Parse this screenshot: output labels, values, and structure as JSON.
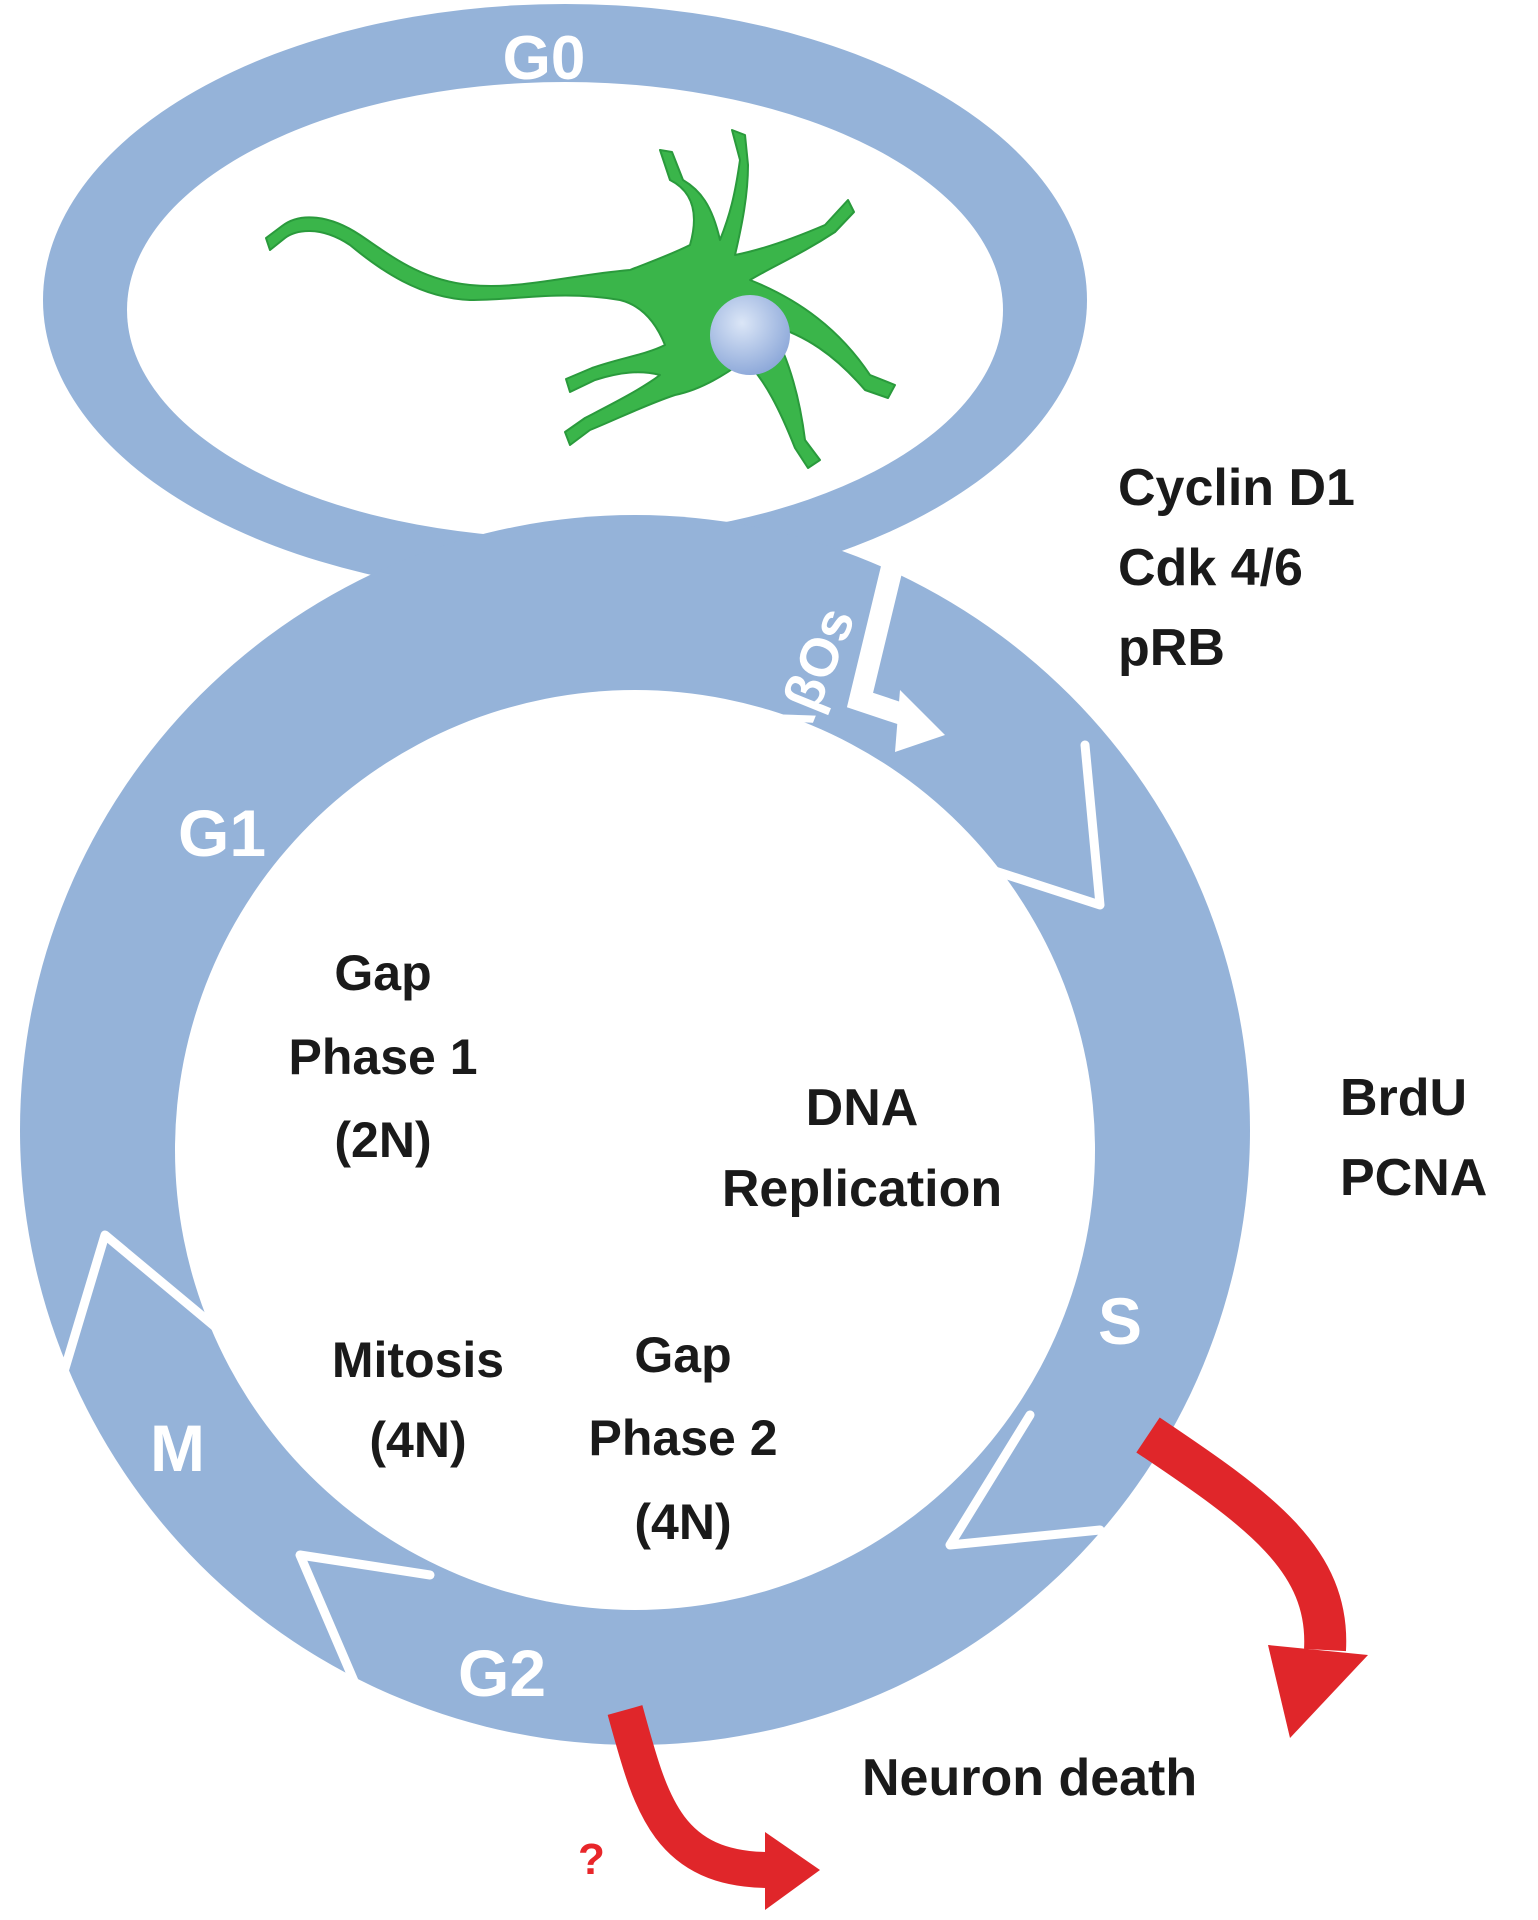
{
  "colors": {
    "ring": "#95b3d9",
    "white": "#ffffff",
    "text": "#1a1a1a",
    "arrow_red": "#e0262a",
    "neuron_green": "#3ab54a",
    "nucleus_blue": "#9db4e0"
  },
  "phases": {
    "g0": "G0",
    "g1": "G1",
    "s": "S",
    "g2": "G2",
    "m": "M"
  },
  "inner": {
    "gap1_line1": "Gap",
    "gap1_line2": "Phase 1",
    "gap1_line3": "(2N)",
    "dna_line1": "DNA",
    "dna_line2": "Replication",
    "mitosis_line1": "Mitosis",
    "mitosis_line2": "(4N)",
    "gap2_line1": "Gap",
    "gap2_line2": "Phase 2",
    "gap2_line3": "(4N)"
  },
  "markers": {
    "g1_line1": "Cyclin D1",
    "g1_line2": "Cdk 4/6",
    "g1_line3": "pRB",
    "s_line1": "BrdU",
    "s_line2": "PCNA"
  },
  "trigger": "AβOs",
  "outcome": "Neuron death",
  "uncertain_mark": "?",
  "icons": [
    "neuron-icon",
    "abos-arrow-icon",
    "death-arrow-icon",
    "chevron-icon"
  ]
}
